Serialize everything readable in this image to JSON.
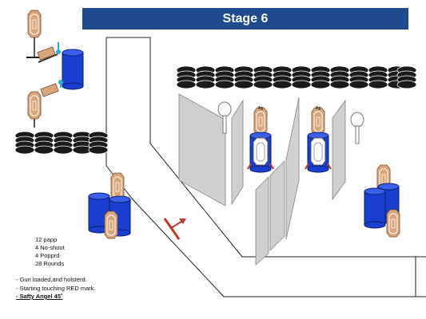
{
  "title": "Stage 6",
  "counts": {
    "paper": "12 papp",
    "no_shoot": "4 No-shoot",
    "poppers": "4 Popprd",
    "rounds": "28 Rounds"
  },
  "rules": {
    "loaded": "- Gun loaded,and holsterd.",
    "start": "- Starting touching RED mark.",
    "safety": "- Safty Angel 45˚"
  },
  "colors": {
    "banner": "#1f4b8e",
    "barrel": "#1a3fd0",
    "tire": "#111111",
    "start_mark": "#c0392b",
    "target": "#d9a57a",
    "wall": "#c8c8c8"
  }
}
